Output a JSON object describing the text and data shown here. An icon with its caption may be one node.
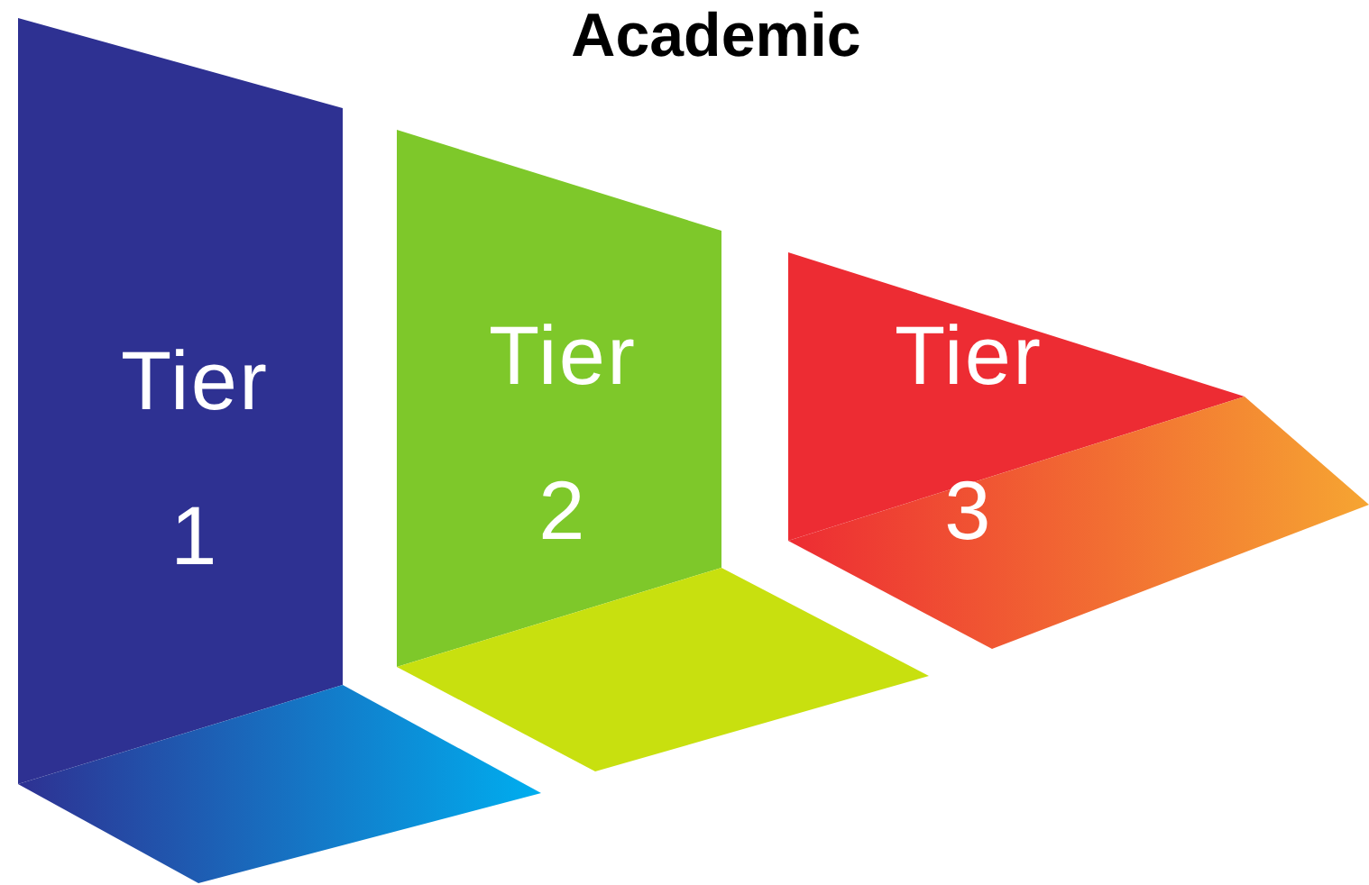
{
  "diagram": {
    "title": "Academic",
    "nodes": [
      {
        "text": [
          "Tier 1"
        ]
      },
      {
        "text": [
          "Tier 2"
        ]
      },
      {
        "text": [
          "Tier 3"
        ]
      }
    ]
  }
}
